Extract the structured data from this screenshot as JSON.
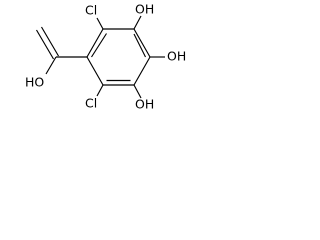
{
  "molecule": {
    "atoms": {
      "chlorine_top": "Cl",
      "chlorine_bottom": "Cl",
      "hydroxyl_top": "OH",
      "hydroxyl_middle": "OH",
      "hydroxyl_bottom": "OH",
      "carboxyl_hydroxyl": "HO"
    }
  }
}
